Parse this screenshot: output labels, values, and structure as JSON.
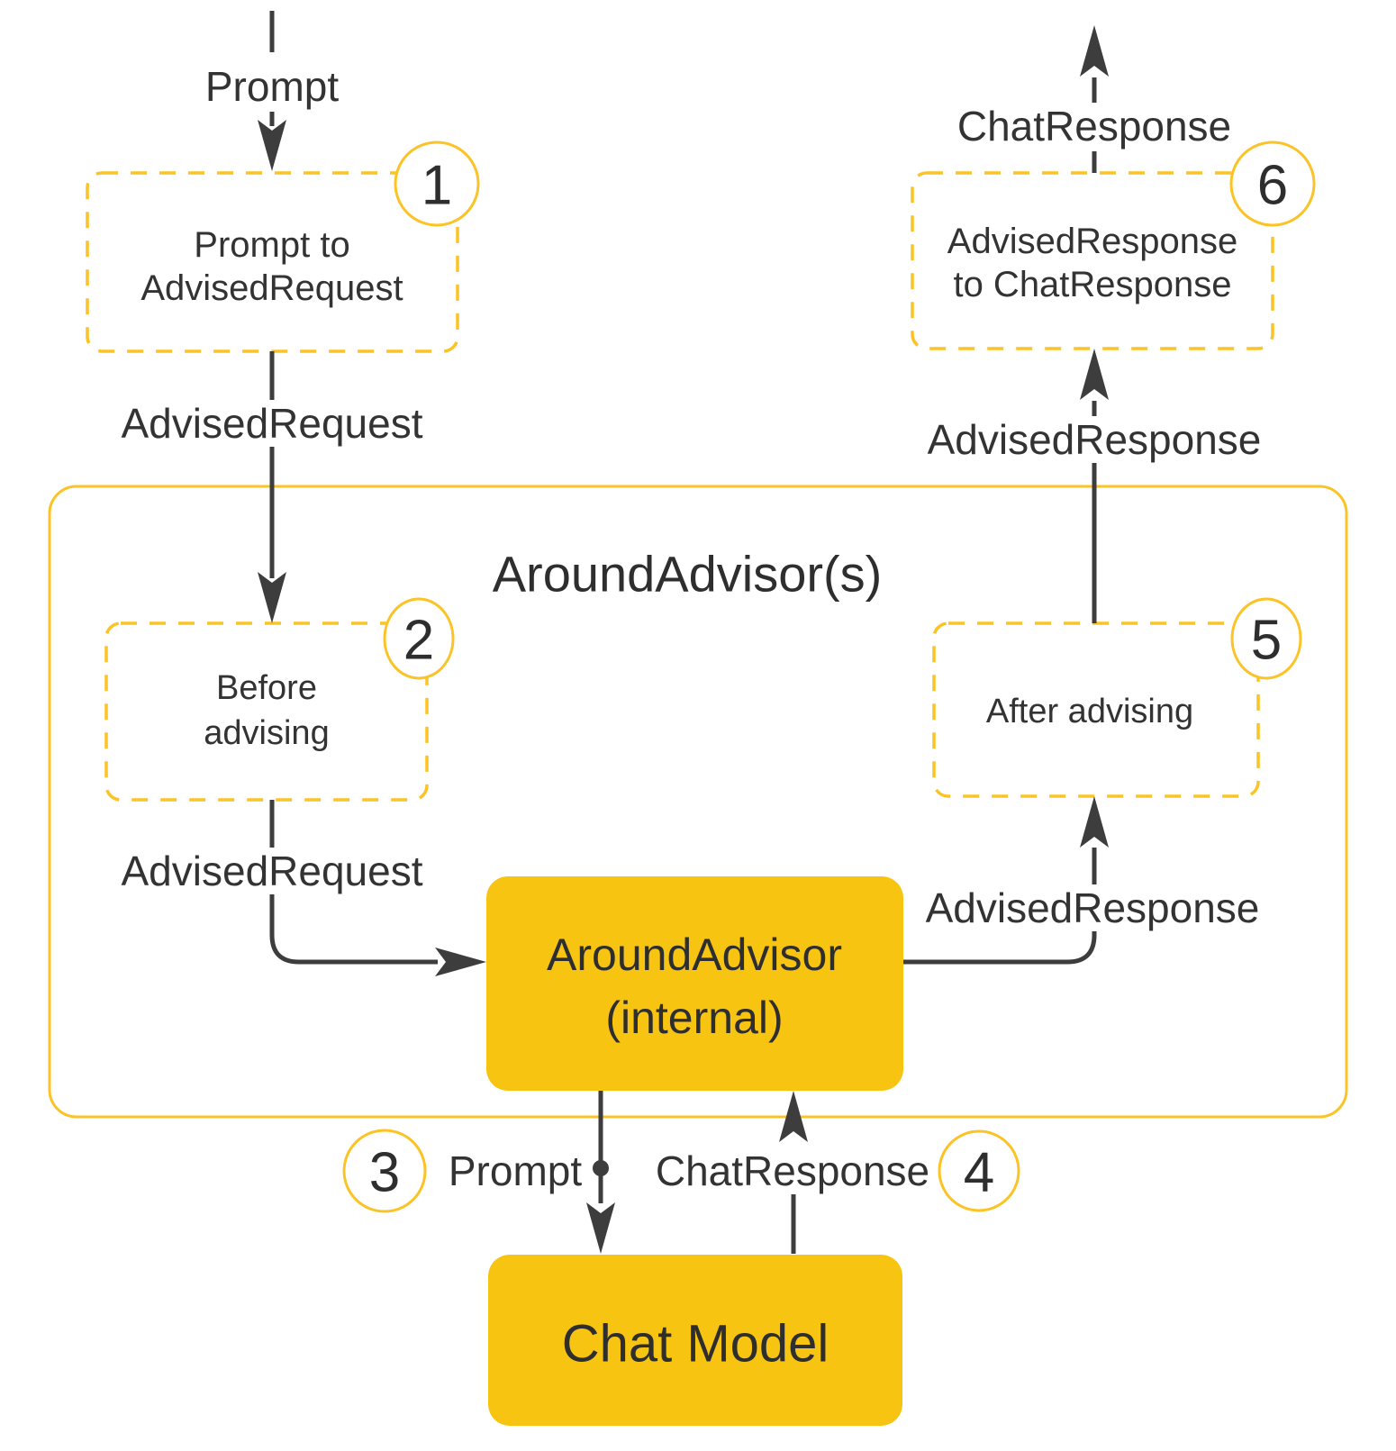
{
  "colors": {
    "gold_fill": "#F7C411",
    "gold_stroke": "#FCC326",
    "line": "#3D3D3D",
    "text": "#333333"
  },
  "container": {
    "title": "AroundAdvisor(s)"
  },
  "nodes": {
    "prompt_to_advised_request": {
      "line1": "Prompt to",
      "line2": "AdvisedRequest",
      "badge": "1"
    },
    "before_advising": {
      "line1": "Before",
      "line2": "advising",
      "badge": "2"
    },
    "around_advisor_internal": {
      "line1": "AroundAdvisor",
      "line2": "(internal)"
    },
    "after_advising": {
      "label": "After advising",
      "badge": "5"
    },
    "advised_response_to_chat_response": {
      "line1": "AdvisedResponse",
      "line2": "to ChatResponse",
      "badge": "6"
    },
    "chat_model": {
      "label": "Chat Model"
    }
  },
  "edges": {
    "prompt_in": "Prompt",
    "advised_request_outer": "AdvisedRequest",
    "advised_request_inner": "AdvisedRequest",
    "advised_response_inner": "AdvisedResponse",
    "advised_response_outer": "AdvisedResponse",
    "chat_response_out": "ChatResponse",
    "prompt_to_chat_model": {
      "label": "Prompt",
      "badge": "3"
    },
    "chat_response_from_chat_model": {
      "label": "ChatResponse",
      "badge": "4"
    }
  }
}
